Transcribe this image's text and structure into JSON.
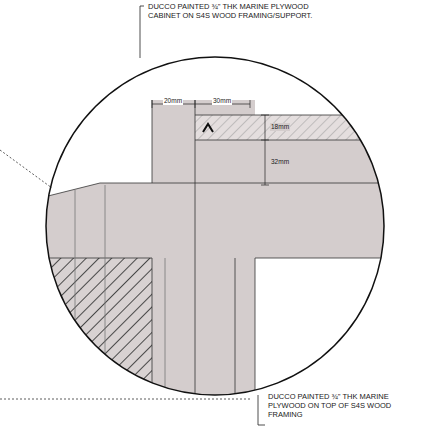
{
  "diagram": {
    "labels": [
      "DUCCO PAINTED ¾\" THK MARINE PLYWOOD CABINET ON S4S WOOD FRAMING/SUPPORT.",
      "20mm",
      "30mm",
      "18mm",
      "32mm",
      "DUCCO PAINTED ¾\" THK MARINE PLYWOOD ON TOP OF S4S WOOD FRAMING"
    ]
  }
}
